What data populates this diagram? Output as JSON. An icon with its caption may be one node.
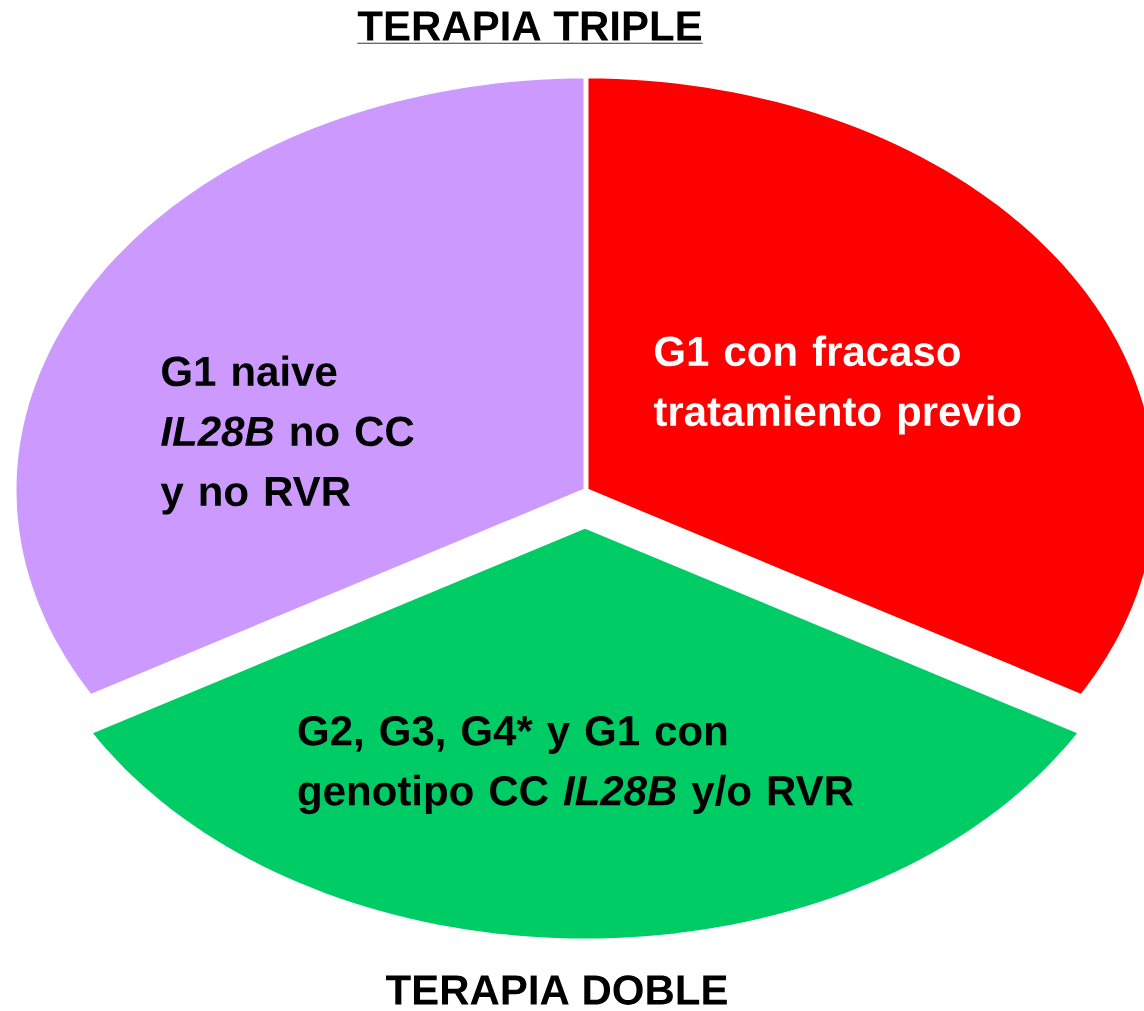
{
  "diagram": {
    "title": "TERAPIA TRIPLE",
    "caption": "TERAPIA DOBLE",
    "nodes": [
      {
        "text": [
          "G1 naive *IL28B* no CC y no RVR"
        ]
      },
      {
        "text": [
          "G1 con fracaso tratamiento previo"
        ]
      },
      {
        "text": [
          "G2, G3, G4* y G1 con genotipo CC *IL28B* y/o RVR"
        ]
      }
    ]
  }
}
